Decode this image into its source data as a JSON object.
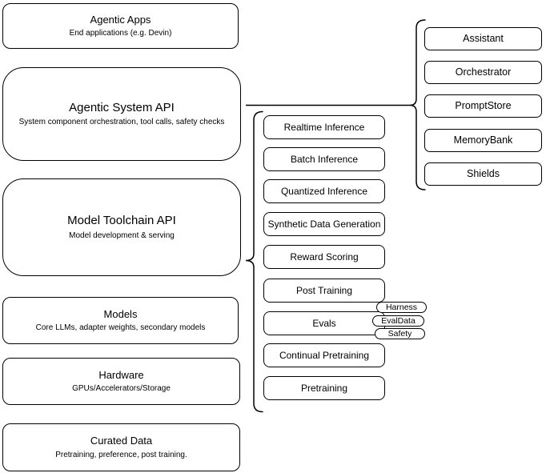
{
  "diagram": {
    "colors": {
      "background": "#ffffff",
      "stroke": "#000000",
      "fill": "#ffffff"
    },
    "left_stack": [
      {
        "title": "Agentic Apps",
        "subtitle": "End applications (e.g. Devin)"
      },
      {
        "title": "Agentic System API",
        "subtitle": "System component orchestration, tool calls, safety checks"
      },
      {
        "title": "Model Toolchain API",
        "subtitle": "Model development & serving"
      },
      {
        "title": "Models",
        "subtitle": "Core LLMs, adapter weights, secondary models"
      },
      {
        "title": "Hardware",
        "subtitle": "GPUs/Accelerators/Storage"
      },
      {
        "title": "Curated Data",
        "subtitle": "Pretraining, preference, post training."
      }
    ],
    "toolchain_services": [
      "Realtime Inference",
      "Batch Inference",
      "Quantized Inference",
      "Synthetic Data Generation",
      "Reward Scoring",
      "Post Training",
      "Evals",
      "Continual Pretraining",
      "Pretraining"
    ],
    "eval_tags": [
      "Harness",
      "EvalData",
      "Safety"
    ],
    "agentic_components": [
      "Assistant",
      "Orchestrator",
      "PromptStore",
      "MemoryBank",
      "Shields"
    ]
  }
}
